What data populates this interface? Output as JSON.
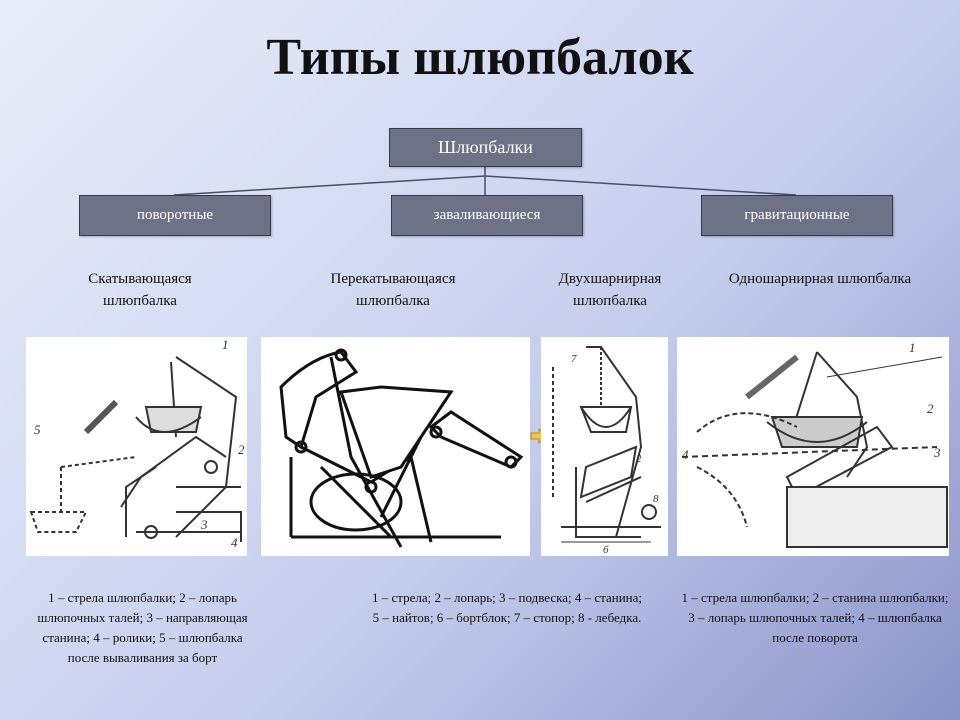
{
  "title": "Типы шлюпбалок",
  "root": "Шлюпбалки",
  "categories": [
    "поворотные",
    "заваливающиеся",
    "гравитационные"
  ],
  "types": [
    "Скатывающаяся шлюпбалка",
    "Перекатывающаяся шлюпбалка",
    "Двухшарнирная шлюпбалка",
    "Одношарнирная шлюпбалка"
  ],
  "drawing_labels": {
    "d1": [
      "1",
      "5",
      "2",
      "3",
      "4"
    ],
    "d3": [
      "7",
      "2",
      "8",
      "б"
    ],
    "d4": [
      "1",
      "2",
      "4",
      "3"
    ]
  },
  "legends": {
    "rolling": "1 – стрела шлюпбалки; 2 – лопарь шлюпочных талей; 3 – направляющая станина; 4 – ролики; 5 – шлюпбалка после вываливания за борт",
    "double_hinged": "1 – стрела; 2 – лопарь; 3 – подвеска; 4 – станина; 5 – найтов; 6 – бортблок; 7 – стопор; 8 - лебедка.",
    "single_hinged": "1 – стрела шлюпбалки; 2 – станина шлюпбалки; 3 – лопарь шлюпочных талей; 4 – шлюпбалка после поворота"
  }
}
